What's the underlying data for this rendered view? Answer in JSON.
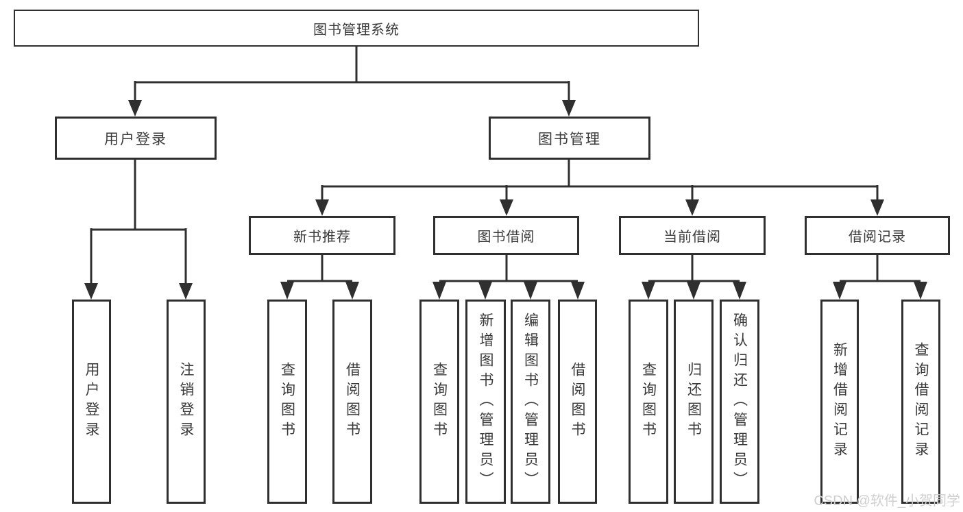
{
  "diagram": {
    "root": {
      "label": "图书管理系统"
    },
    "level2": [
      {
        "label": "用户登录"
      },
      {
        "label": "图书管理"
      }
    ],
    "level3": [
      {
        "label": "新书推荐"
      },
      {
        "label": "图书借阅"
      },
      {
        "label": "当前借阅"
      },
      {
        "label": "借阅记录"
      }
    ],
    "leaves": {
      "user_login": [
        {
          "label": "用户登录"
        },
        {
          "label": "注销登录"
        }
      ],
      "new_book_recommend": [
        {
          "label": "查询图书"
        },
        {
          "label": "借阅图书"
        }
      ],
      "book_borrowing": [
        {
          "label": "查询图书"
        },
        {
          "label": "新增图书（管理员）"
        },
        {
          "label": "编辑图书（管理员）"
        },
        {
          "label": "借阅图书"
        }
      ],
      "current_borrowing": [
        {
          "label": "查询图书"
        },
        {
          "label": "归还图书"
        },
        {
          "label": "确认归还（管理员）"
        }
      ],
      "borrowing_records": [
        {
          "label": "新增借阅记录"
        },
        {
          "label": "查询借阅记录"
        }
      ]
    },
    "colors": {
      "line": "#2f2f2f",
      "text": "#3a3a3a",
      "background": "#ffffff"
    }
  },
  "watermark": {
    "text": "CSDN @软件_小贺同学"
  }
}
